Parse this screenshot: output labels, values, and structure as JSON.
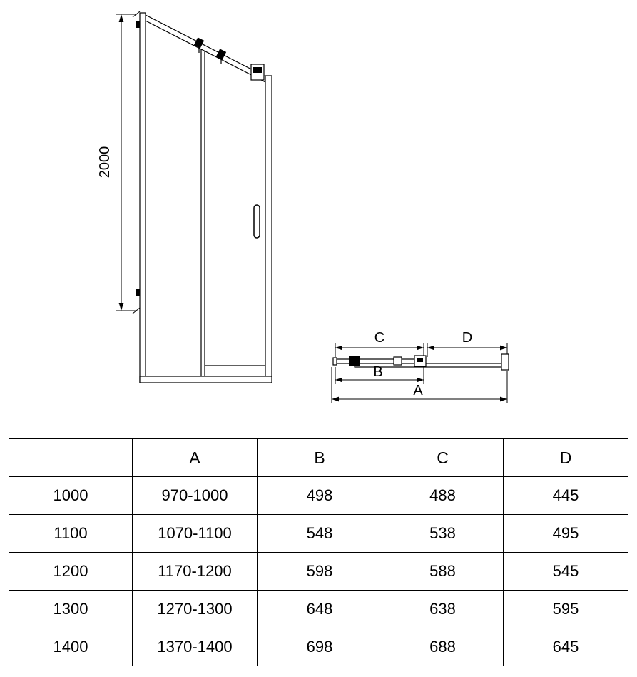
{
  "front_view": {
    "height_dimension": "2000"
  },
  "plan_view": {
    "dim_c": "C",
    "dim_d": "D",
    "dim_b": "B",
    "dim_a": "A"
  },
  "table": {
    "headers": [
      "",
      "A",
      "B",
      "C",
      "D"
    ],
    "rows": [
      [
        "1000",
        "970-1000",
        "498",
        "488",
        "445"
      ],
      [
        "1100",
        "1070-1100",
        "548",
        "538",
        "495"
      ],
      [
        "1200",
        "1170-1200",
        "598",
        "588",
        "545"
      ],
      [
        "1300",
        "1270-1300",
        "648",
        "638",
        "595"
      ],
      [
        "1400",
        "1370-1400",
        "698",
        "688",
        "645"
      ]
    ]
  },
  "colors": {
    "line": "#000000",
    "background": "#ffffff"
  }
}
